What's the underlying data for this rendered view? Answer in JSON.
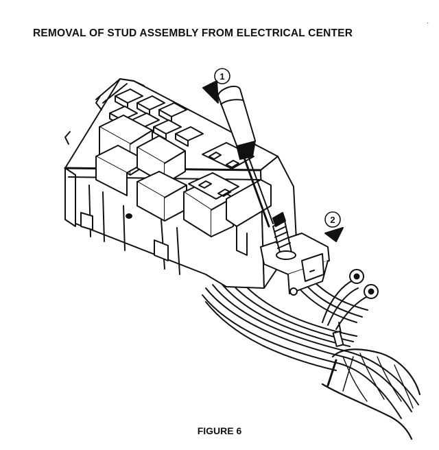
{
  "header": {
    "title": "REMOVAL OF STUD ASSEMBLY FROM ELECTRICAL CENTER"
  },
  "figure": {
    "callouts": [
      {
        "label": "1"
      },
      {
        "label": "2"
      }
    ]
  },
  "footer": {
    "caption": "FIGURE 6"
  }
}
